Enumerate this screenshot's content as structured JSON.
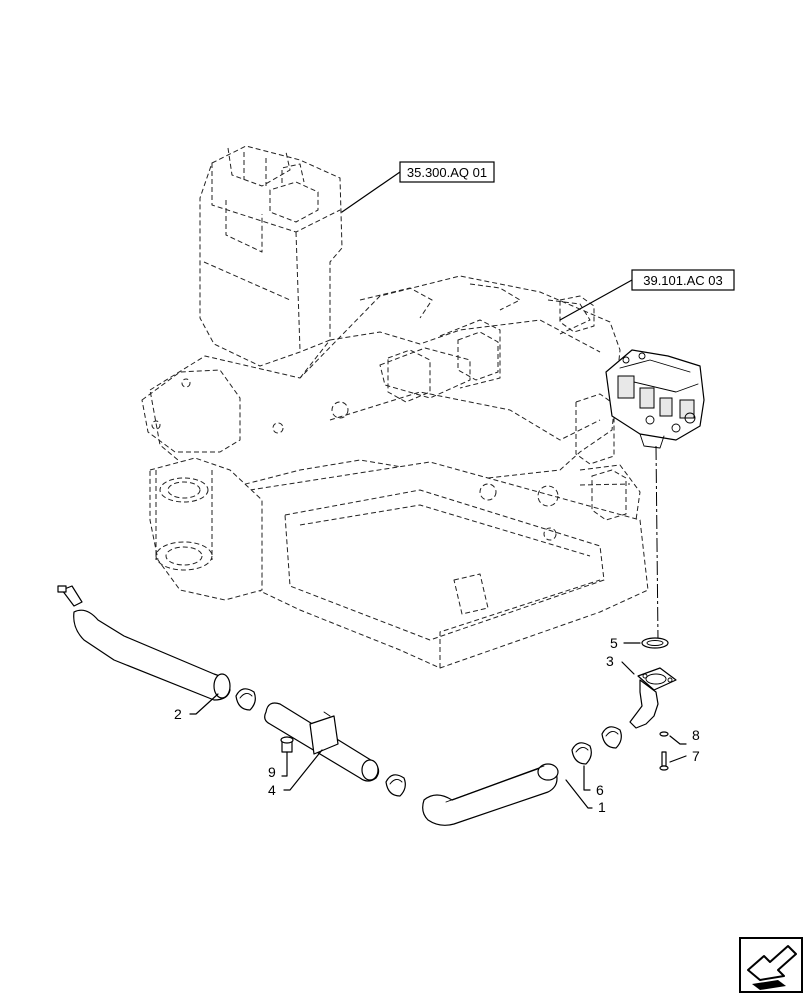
{
  "references": {
    "ref1": "35.300.AQ 01",
    "ref2": "39.101.AC 03"
  },
  "callouts": {
    "c1": "1",
    "c2": "2",
    "c3": "3",
    "c4": "4",
    "c5": "5",
    "c6": "6",
    "c7": "7",
    "c8": "8",
    "c9": "9"
  },
  "icons": {
    "nav": "arrow-navigation-icon"
  }
}
